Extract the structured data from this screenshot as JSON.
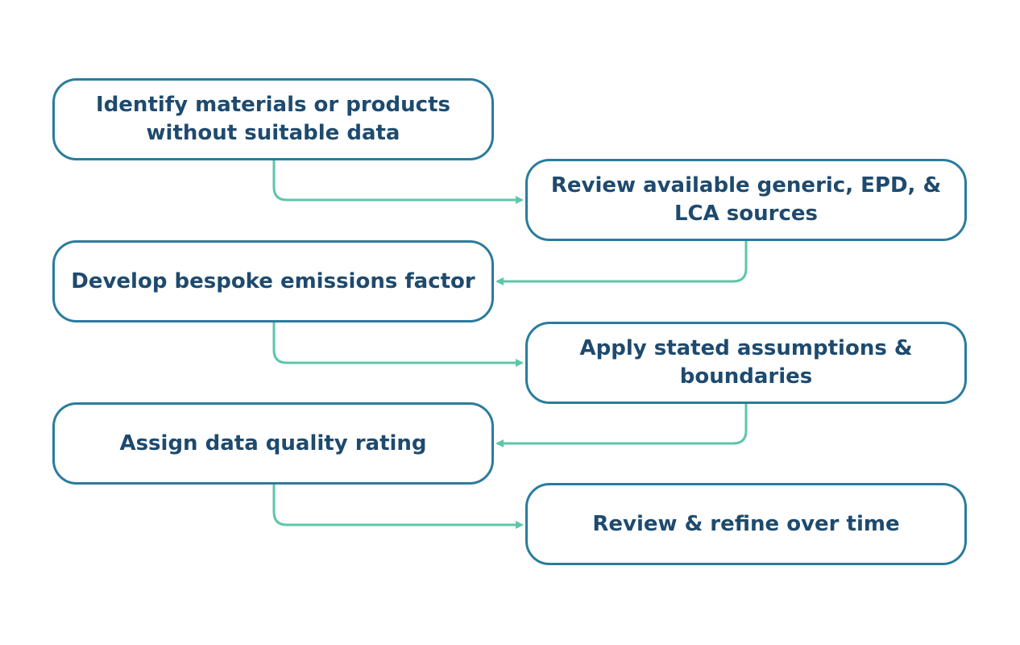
{
  "colors": {
    "box_border": "#2a7c9c",
    "text": "#1e4a6e",
    "connector": "#5cc6a9"
  },
  "steps": [
    {
      "label": "Identify materials or products without suitable data"
    },
    {
      "label": "Review available generic, EPD, & LCA sources"
    },
    {
      "label": "Develop bespoke emissions factor"
    },
    {
      "label": "Apply stated assumptions & boundaries"
    },
    {
      "label": "Assign data quality rating"
    },
    {
      "label": "Review & refine over time"
    }
  ]
}
